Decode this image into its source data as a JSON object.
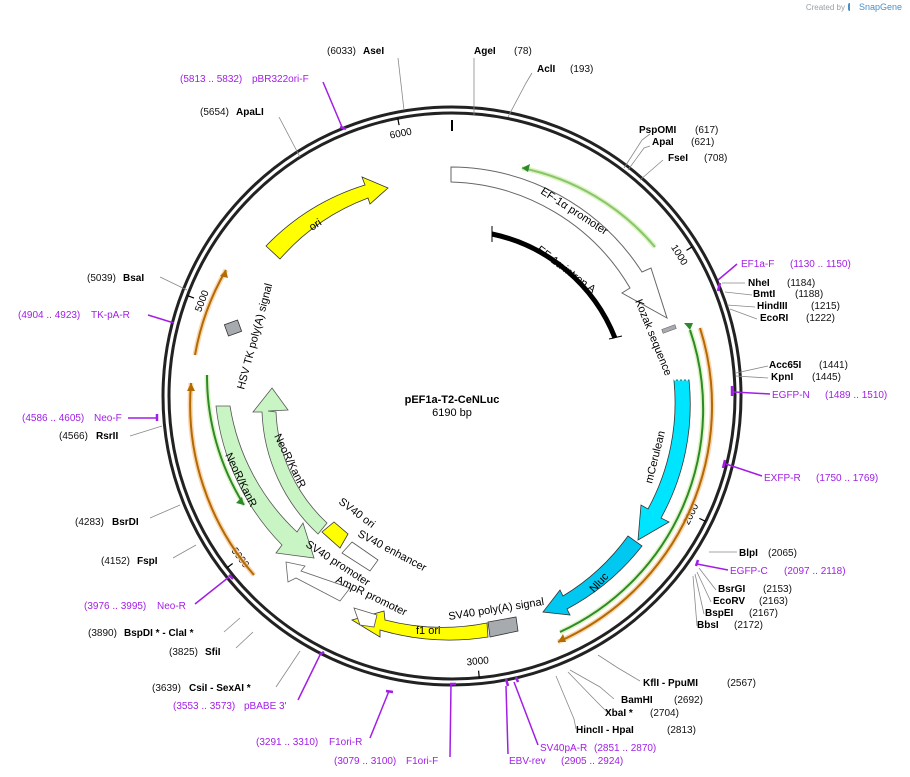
{
  "credit": {
    "prefix": "Created by",
    "brand": "SnapGene"
  },
  "plasmid": {
    "name": "pEF1a-T2-CeNLuc",
    "length_label": "6190 bp",
    "length": 6190
  },
  "colors": {
    "backbone": "#222222",
    "primer": "#a21ee6",
    "leader": "#888888",
    "promoter": "#ffffff",
    "ori": "#ffff00",
    "marker": "#c9f5c4",
    "reporter_cyan": "#00e5ff",
    "reporter_blue": "#00c8f0",
    "polyA": "#a7abb0",
    "primer_bind": "#2d8a2a",
    "orange": "#f7c38f",
    "line_black": "#000000"
  },
  "ticks": [
    {
      "label": "1000",
      "bp": 1000
    },
    {
      "label": "2000",
      "bp": 2000
    },
    {
      "label": "3000",
      "bp": 3000
    },
    {
      "label": "5000",
      "bp": 4000
    },
    {
      "label": "5000",
      "bp": 5000
    },
    {
      "label": "6000",
      "bp": 6000
    }
  ],
  "sites": [
    {
      "name": "AgeI",
      "pos": "(78)"
    },
    {
      "name": "AclI",
      "pos": "(193)"
    },
    {
      "name": "PspOMI",
      "pos": "(617)"
    },
    {
      "name": "ApaI",
      "pos": "(621)"
    },
    {
      "name": "FseI",
      "pos": "(708)"
    },
    {
      "name": "NheI",
      "pos": "(1184)"
    },
    {
      "name": "BmtI",
      "pos": "(1188)"
    },
    {
      "name": "HindIII",
      "pos": "(1215)"
    },
    {
      "name": "EcoRI",
      "pos": "(1222)"
    },
    {
      "name": "Acc65I",
      "pos": "(1441)"
    },
    {
      "name": "KpnI",
      "pos": "(1445)"
    },
    {
      "name": "BlpI",
      "pos": "(2065)"
    },
    {
      "name": "BsrGI",
      "pos": "(2153)"
    },
    {
      "name": "EcoRV",
      "pos": "(2163)"
    },
    {
      "name": "BspEI",
      "pos": "(2167)"
    },
    {
      "name": "BbsI",
      "pos": "(2172)"
    },
    {
      "name": "KflI  - PpuMI",
      "pos": "(2567)"
    },
    {
      "name": "BamHI",
      "pos": "(2692)"
    },
    {
      "name": "XbaI *",
      "pos": "(2704)"
    },
    {
      "name": "HincII  - HpaI",
      "pos": "(2813)"
    },
    {
      "name": "CsiI  - SexAI *",
      "pos": "(3639)"
    },
    {
      "name": "SfiI",
      "pos": "(3825)"
    },
    {
      "name": "BspDI *  - ClaI *",
      "pos": "(3890)"
    },
    {
      "name": "FspI",
      "pos": "(4152)"
    },
    {
      "name": "BsrDI",
      "pos": "(4283)"
    },
    {
      "name": "RsrII",
      "pos": "(4566)"
    },
    {
      "name": "BsaI",
      "pos": "(5039)"
    },
    {
      "name": "ApaLI",
      "pos": "(5654)"
    },
    {
      "name": "AseI",
      "pos": "(6033)"
    }
  ],
  "primers": [
    {
      "name": "EF1a-F",
      "range": "(1130 .. 1150)"
    },
    {
      "name": "EGFP-N",
      "range": "(1489 .. 1510)"
    },
    {
      "name": "EXFP-R",
      "range": "(1750 .. 1769)"
    },
    {
      "name": "EGFP-C",
      "range": "(2097 .. 2118)"
    },
    {
      "name": "SV40pA-R",
      "range": "(2851 .. 2870)"
    },
    {
      "name": "EBV-rev",
      "range": "(2905 .. 2924)"
    },
    {
      "name": "F1ori-F",
      "range": "(3079 .. 3100)"
    },
    {
      "name": "F1ori-R",
      "range": "(3291 .. 3310)"
    },
    {
      "name": "pBABE 3'",
      "range": "(3553 .. 3573)"
    },
    {
      "name": "Neo-R",
      "range": "(3976 .. 3995)"
    },
    {
      "name": "Neo-F",
      "range": "(4586 .. 4605)"
    },
    {
      "name": "TK-pA-R",
      "range": "(4904 .. 4923)"
    },
    {
      "name": "pBR322ori-F",
      "range": "(5813 .. 5832)"
    }
  ],
  "features": [
    {
      "name": "EF-1α promoter",
      "type": "promoter"
    },
    {
      "name": "EF-1α intron A",
      "type": "intron"
    },
    {
      "name": "Kozak sequence",
      "type": "misc"
    },
    {
      "name": "mCerulean",
      "type": "cds"
    },
    {
      "name": "Nluc",
      "type": "cds"
    },
    {
      "name": "SV40 poly(A) signal",
      "type": "polyA"
    },
    {
      "name": "f1 ori",
      "type": "ori"
    },
    {
      "name": "AmpR promoter",
      "type": "promoter"
    },
    {
      "name": "SV40 promoter",
      "type": "promoter"
    },
    {
      "name": "SV40 enhancer",
      "type": "enhancer"
    },
    {
      "name": "SV40 ori",
      "type": "ori"
    },
    {
      "name": "NeoR/KanR",
      "type": "cds"
    },
    {
      "name": "NeoR/KanR",
      "type": "cds"
    },
    {
      "name": "HSV TK poly(A) signal",
      "type": "polyA"
    },
    {
      "name": "ori",
      "type": "ori"
    }
  ]
}
